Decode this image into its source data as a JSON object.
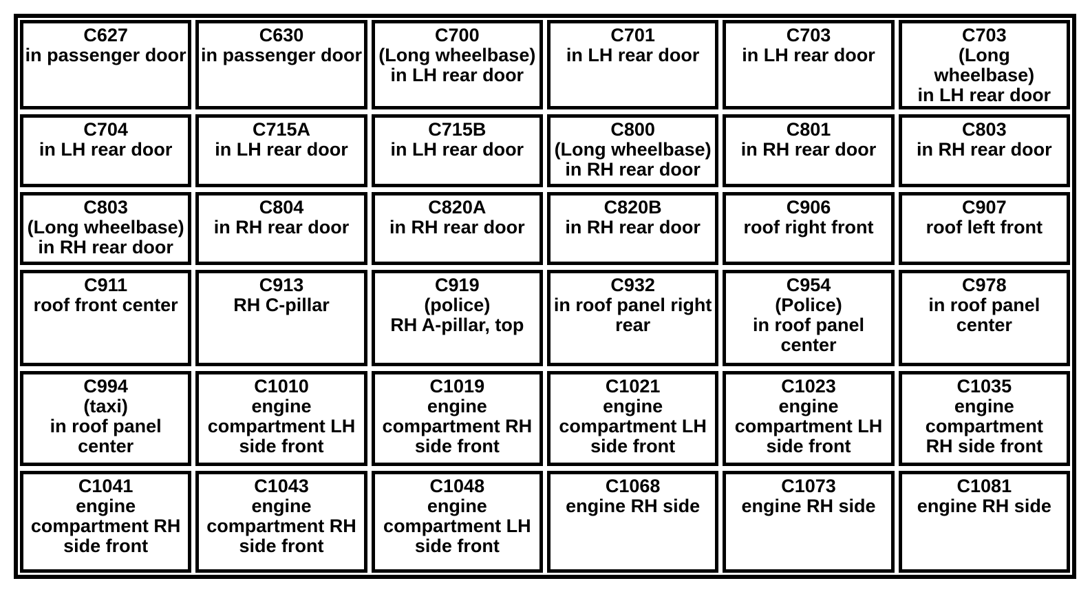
{
  "colors": {
    "border": "#000000",
    "background": "#ffffff",
    "text": "#000000"
  },
  "table": {
    "type": "table",
    "columns": 6,
    "rows": 6,
    "description": "Grid of wiring connector codes and their vehicle locations",
    "cells": [
      {
        "code": "C627",
        "location": "in passenger door"
      },
      {
        "code": "C630",
        "location": "in passenger door"
      },
      {
        "code": "C700",
        "location": "(Long wheelbase)\nin LH rear door"
      },
      {
        "code": "C701",
        "location": "in LH rear door"
      },
      {
        "code": "C703",
        "location": "in LH rear door"
      },
      {
        "code": "C703",
        "location": "(Long\nwheelbase)\nin LH rear door"
      },
      {
        "code": "C704",
        "location": "in LH rear door"
      },
      {
        "code": "C715A",
        "location": "in LH rear door"
      },
      {
        "code": "C715B",
        "location": "in LH rear door"
      },
      {
        "code": "C800",
        "location": "(Long wheelbase)\nin RH rear door"
      },
      {
        "code": "C801",
        "location": "in RH rear door"
      },
      {
        "code": "C803",
        "location": "in RH rear door"
      },
      {
        "code": "C803",
        "location": "(Long wheelbase)\nin RH rear door"
      },
      {
        "code": "C804",
        "location": "in RH rear door"
      },
      {
        "code": "C820A",
        "location": "in RH rear door"
      },
      {
        "code": "C820B",
        "location": "in RH rear door"
      },
      {
        "code": "C906",
        "location": "roof right front"
      },
      {
        "code": "C907",
        "location": "roof left front"
      },
      {
        "code": "C911",
        "location": "roof front center"
      },
      {
        "code": "C913",
        "location": "RH C-pillar"
      },
      {
        "code": "C919",
        "location": "(police)\nRH A-pillar, top"
      },
      {
        "code": "C932",
        "location": "in roof panel right\nrear"
      },
      {
        "code": "C954",
        "location": "(Police)\nin roof panel\ncenter"
      },
      {
        "code": "C978",
        "location": "in roof panel\ncenter"
      },
      {
        "code": "C994",
        "location": "(taxi)\nin roof panel\ncenter"
      },
      {
        "code": "C1010",
        "location": "engine\ncompartment LH\nside front"
      },
      {
        "code": "C1019",
        "location": "engine\ncompartment RH\nside front"
      },
      {
        "code": "C1021",
        "location": "engine\ncompartment LH\nside front"
      },
      {
        "code": "C1023",
        "location": "engine\ncompartment LH\nside front"
      },
      {
        "code": "C1035",
        "location": "engine\ncompartment\nRH side front"
      },
      {
        "code": "C1041",
        "location": "engine\ncompartment RH\nside front"
      },
      {
        "code": "C1043",
        "location": "engine\ncompartment RH\nside front"
      },
      {
        "code": "C1048",
        "location": "engine\ncompartment LH\nside front"
      },
      {
        "code": "C1068",
        "location": "engine RH side"
      },
      {
        "code": "C1073",
        "location": "engine RH side"
      },
      {
        "code": "C1081",
        "location": "engine RH side"
      }
    ]
  }
}
